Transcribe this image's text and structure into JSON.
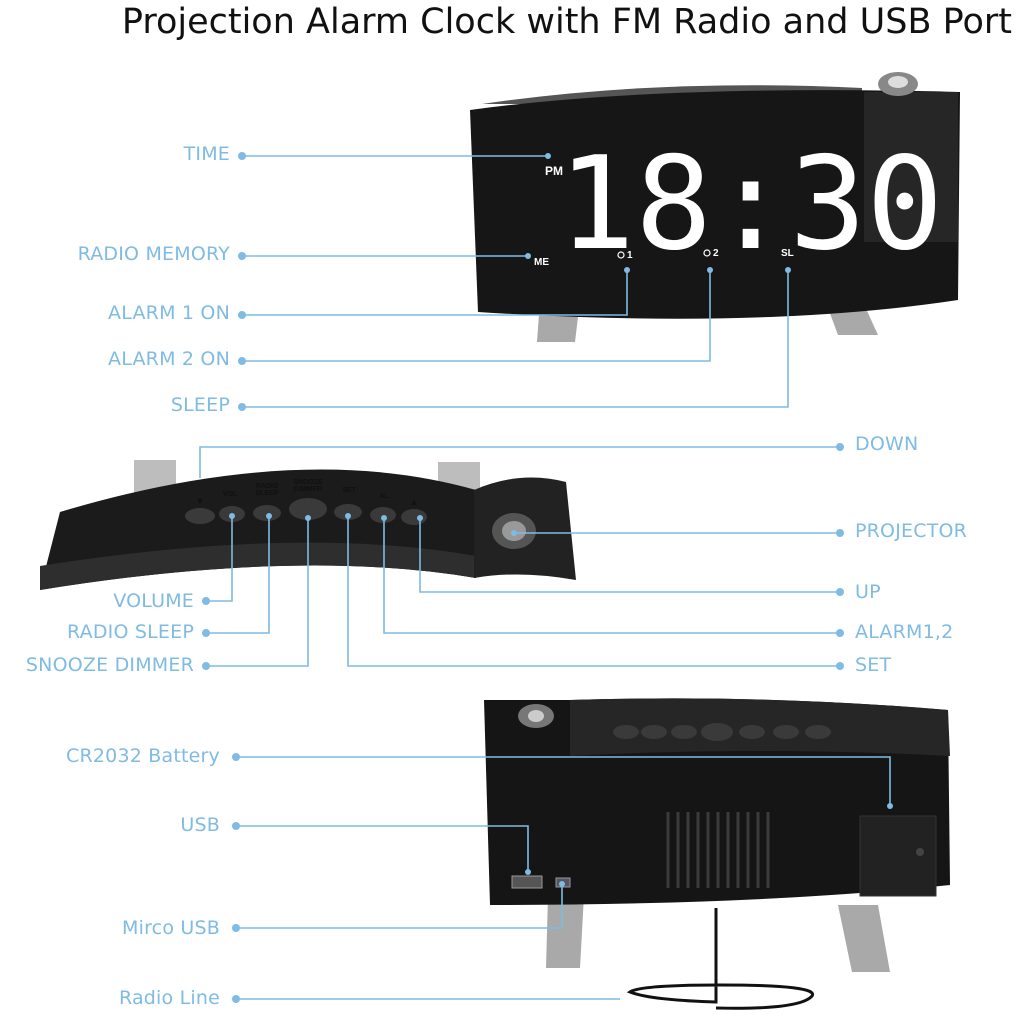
{
  "title": "Projection Alarm Clock with FM Radio and USB Port",
  "colors": {
    "callout": "#7fbbe3",
    "body": "#1a1a1a",
    "digits": "#ffffff",
    "stand": "#a9a9a9",
    "button": "#3a3a3a"
  },
  "display": {
    "time": "18:30",
    "period": "PM",
    "memory": "ME",
    "alarm1": "1",
    "alarm2": "2",
    "sleep": "SL"
  },
  "front_labels": {
    "time": "TIME",
    "radio_memory": "RADIO MEMORY",
    "alarm1_on": "ALARM 1 ON",
    "alarm2_on": "ALARM 2 ON",
    "sleep": "SLEEP"
  },
  "top_buttons": {
    "down": "▼",
    "vol": "VOL",
    "radio_sleep_1": "RADIO",
    "radio_sleep_2": "SLEEP",
    "snooze_1": "SNOOZE",
    "snooze_2": "DIMMER",
    "set": "SET",
    "al": "AL",
    "up": "▲"
  },
  "top_labels": {
    "down": "DOWN",
    "projector": "PROJECTOR",
    "up": "UP",
    "alarm12": "ALARM1,2",
    "set": "SET",
    "volume": "VOLUME",
    "radio_sleep": "RADIO SLEEP",
    "snooze_dimmer": "SNOOZE DIMMER"
  },
  "back_labels": {
    "battery": "CR2032 Battery",
    "usb": "USB",
    "micro_usb": "Mirco  USB",
    "radio_line": "Radio Line"
  }
}
